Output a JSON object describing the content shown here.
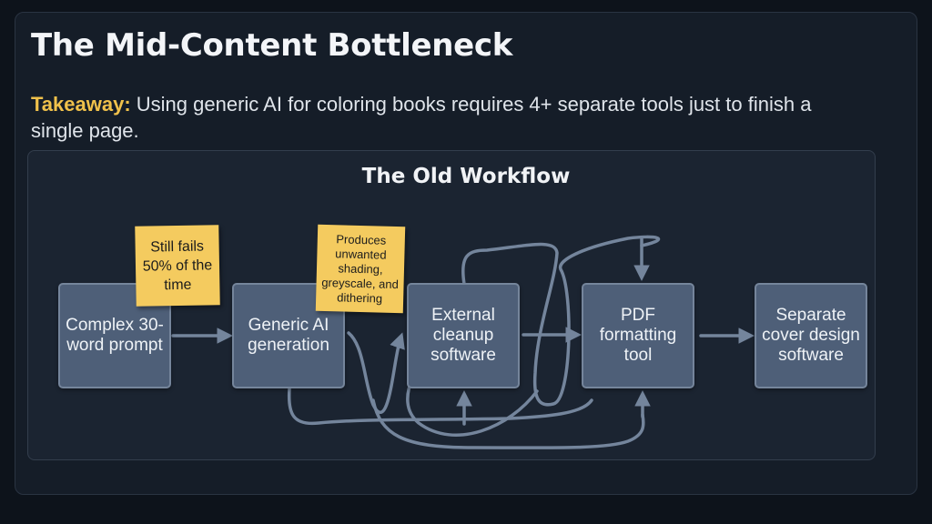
{
  "slide": {
    "title": "The Mid-Content Bottleneck",
    "takeaway_label": "Takeaway:",
    "takeaway_text": " Using generic AI for coloring books requires 4+ separate tools just to finish a single page."
  },
  "diagram": {
    "title": "The Old Workflow",
    "steps": [
      {
        "label": "Complex 30-word prompt"
      },
      {
        "label": "Generic AI generation"
      },
      {
        "label": "External cleanup software"
      },
      {
        "label": "PDF formatting tool"
      },
      {
        "label": "Separate cover design software"
      }
    ],
    "notes": [
      {
        "text": "Still fails 50% of the time"
      },
      {
        "text": "Produces unwanted shading, greyscale, and dithering"
      }
    ]
  },
  "colors": {
    "accent": "#f0c14b",
    "sticky_note": "#f4cb5f",
    "box_fill": "#4e5f78",
    "arrow": "#74859c"
  }
}
